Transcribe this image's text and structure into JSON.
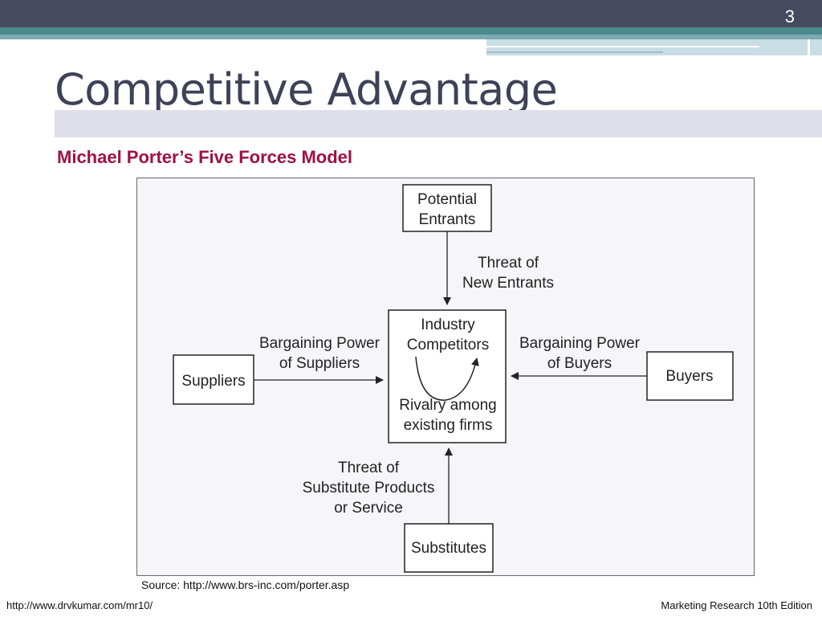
{
  "slide": {
    "number": "3",
    "title": "Competitive Advantage",
    "subtitle": "Michael Porter’s Five Forces Model",
    "source": "Source: http://www.brs-inc.com/porter.asp",
    "footer_left": "http://www.drvkumar.com/mr10/",
    "footer_right": "Marketing Research 10th Edition"
  },
  "diagram": {
    "nodes": {
      "potential_entrants": [
        "Potential",
        "Entrants"
      ],
      "industry_competitors": [
        "Industry",
        "Competitors"
      ],
      "rivalry": [
        "Rivalry among",
        "existing firms"
      ],
      "suppliers": "Suppliers",
      "buyers": "Buyers",
      "substitutes": "Substitutes"
    },
    "forces": {
      "new_entrants": [
        "Threat of",
        "New Entrants"
      ],
      "suppliers_power": [
        "Bargaining Power",
        "of Suppliers"
      ],
      "buyers_power": [
        "Bargaining Power",
        "of Buyers"
      ],
      "substitutes_threat": [
        "Threat of",
        "Substitute Products",
        "or Service"
      ]
    }
  }
}
